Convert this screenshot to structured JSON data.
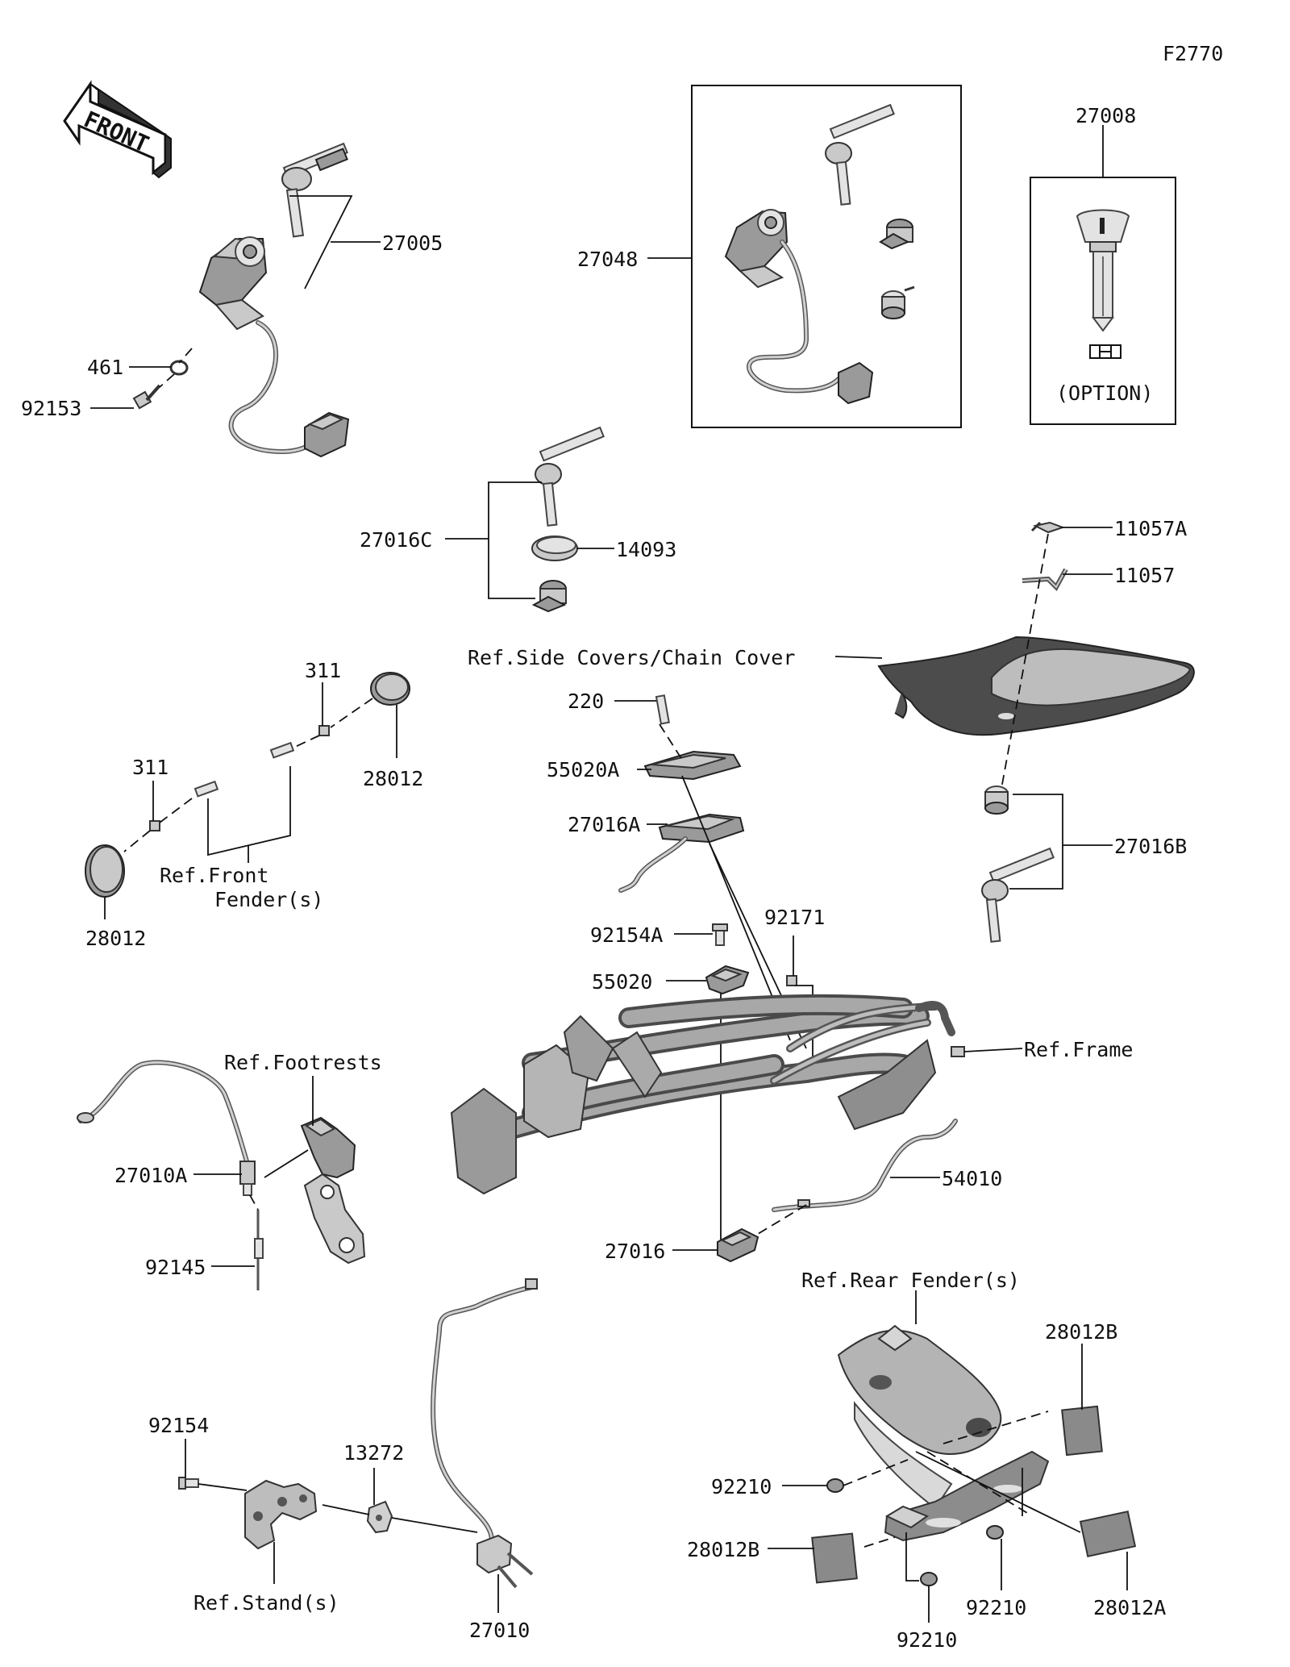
{
  "figure_code": "F2770",
  "front_badge": "FRONT",
  "option_note": "(OPTION)",
  "labels": {
    "p27005": "27005",
    "p461": "461",
    "p92153": "92153",
    "p27048": "27048",
    "p27008": "27008",
    "p27016C": "27016C",
    "p14093": "14093",
    "p11057A": "11057A",
    "p11057": "11057",
    "ref_side_covers": "Ref.Side Covers/Chain Cover",
    "p311_top": "311",
    "p28012_right": "28012",
    "p311_left": "311",
    "p28012_left": "28012",
    "ref_front_fender_1": "Ref.Front",
    "ref_front_fender_2": "Fender(s)",
    "p220": "220",
    "p55020A": "55020A",
    "p27016A": "27016A",
    "p27016B": "27016B",
    "p92154A": "92154A",
    "p92171": "92171",
    "p55020": "55020",
    "ref_frame": "Ref.Frame",
    "ref_footrests": "Ref.Footrests",
    "p27010A": "27010A",
    "p92145": "92145",
    "p54010": "54010",
    "p27016": "27016",
    "ref_rear_fender": "Ref.Rear Fender(s)",
    "p28012B_top": "28012B",
    "p92154": "92154",
    "p13272": "13272",
    "p92210_left": "92210",
    "p28012B_left": "28012B",
    "ref_stand": "Ref.Stand(s)",
    "p27010": "27010",
    "p92210_mid": "92210",
    "p28012A": "28012A",
    "p92210_bottom": "92210"
  }
}
